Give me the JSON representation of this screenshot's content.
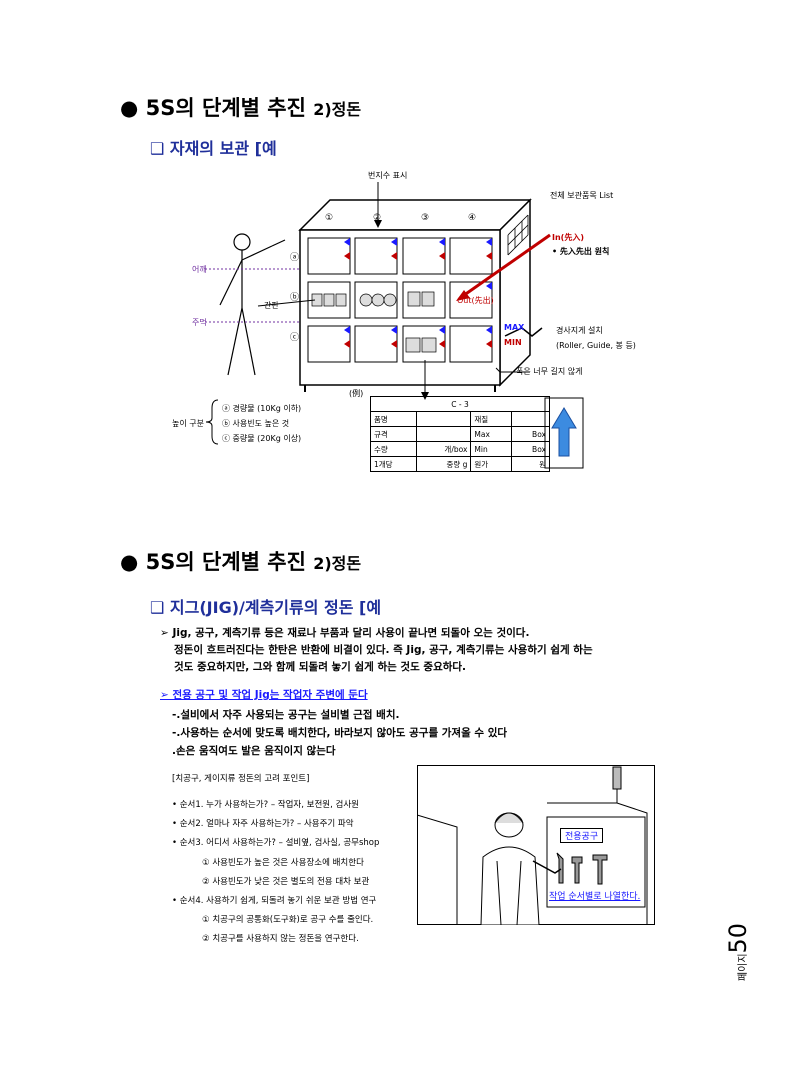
{
  "section1": {
    "title_main": "5S의 단계별 추진",
    "title_sub": "2)정돈",
    "subtitle": "자재의 보관 [예",
    "diagram": {
      "top_label": "번지수 표시",
      "col_labels": [
        "①",
        "②",
        "③",
        "④"
      ],
      "row_labels": [
        "ⓐ",
        "ⓑ",
        "ⓒ"
      ],
      "right_list": "전체 보관품목 List",
      "in_label": "In(先入)",
      "fifo_label": "• 先入先出 원칙",
      "out_label": "Out(先出)",
      "max_label": "MAX",
      "min_label": "MIN",
      "slope_label": "경사지게 설치",
      "slope_sub": "(Roller, Guide, 봉 등)",
      "width_note": "폭은 너무 길지 않게",
      "shoulder_label": "어깨",
      "hand_label": "주먹",
      "kanban_label": "간판",
      "height_title": "높이 구분",
      "height_items": [
        "ⓐ 경량물 (10Kg 이하)",
        "ⓑ 사용빈도 높은 것",
        "ⓒ 중량물 (20Kg 이상)"
      ],
      "example_label": "(例)",
      "card": {
        "code": "C - 3",
        "r1": [
          "품명",
          "",
          "재질",
          ""
        ],
        "r2": [
          "규격",
          "",
          "Max",
          "Box"
        ],
        "r3": [
          "수량",
          "개/box",
          "Min",
          "Box"
        ],
        "r4": [
          "1개당",
          "중량 g",
          "원가",
          "원"
        ]
      }
    }
  },
  "section2": {
    "title_main": "5S의 단계별 추진",
    "title_sub": "2)정돈",
    "subtitle": "지그(JIG)/계측기류의 정돈 [예",
    "para": [
      "➢ Jig, 공구, 계측기류 등은 재료나 부품과 달리 사용이 끝나면 되돌아 오는 것이다.",
      "정돈이 흐트러진다는 한탄은 반환에 비결이 있다. 즉 Jig, 공구, 계측기류는 사용하기 쉽게 하는",
      "것도 중요하지만, 그와 함께 되돌려 놓기 쉽게 하는 것도 중요하다."
    ],
    "link_text": "➢ 전용 공구 및 작업 Jig는 작업자 주변에 둔다",
    "points": [
      "-.설비에서 자주 사용되는 공구는 설비별 근접 배치.",
      "-.사용하는 순서에 맞도록 배치한다, 바라보지 않아도 공구를 가져올 수 있다",
      ".손은 움직여도 발은 움직이지 않는다"
    ],
    "list_title": "[치공구, 게이지류 정돈의 고려 포인트]",
    "list": [
      "• 순서1. 누가 사용하는가? – 작업자, 보전원, 검사원",
      "• 순서2. 얼마나 자주 사용하는가? – 사용주기 파악",
      "• 순서3. 어디서 사용하는가? – 설비옆, 검사실, 공무shop",
      "① 사용빈도가 높은 것은 사용장소에 배치한다",
      "② 사용빈도가 낮은 것은 별도의 전용 대차 보관",
      "• 순서4. 사용하기 쉽게, 되돌려 놓기 쉬운 보관 방법 연구",
      "① 치공구의 공통화(도구화)로 공구 수를 줄인다.",
      "② 치공구를 사용하지 않는 정돈을 연구한다."
    ],
    "illus_label1": "전용공구",
    "illus_label2": "작업 순서별로 나열한다."
  },
  "page": {
    "prefix": "페이지",
    "number": "50"
  },
  "colors": {
    "title_blue": "#1f2f9a",
    "red": "#c00000",
    "blue": "#1a1aff"
  }
}
